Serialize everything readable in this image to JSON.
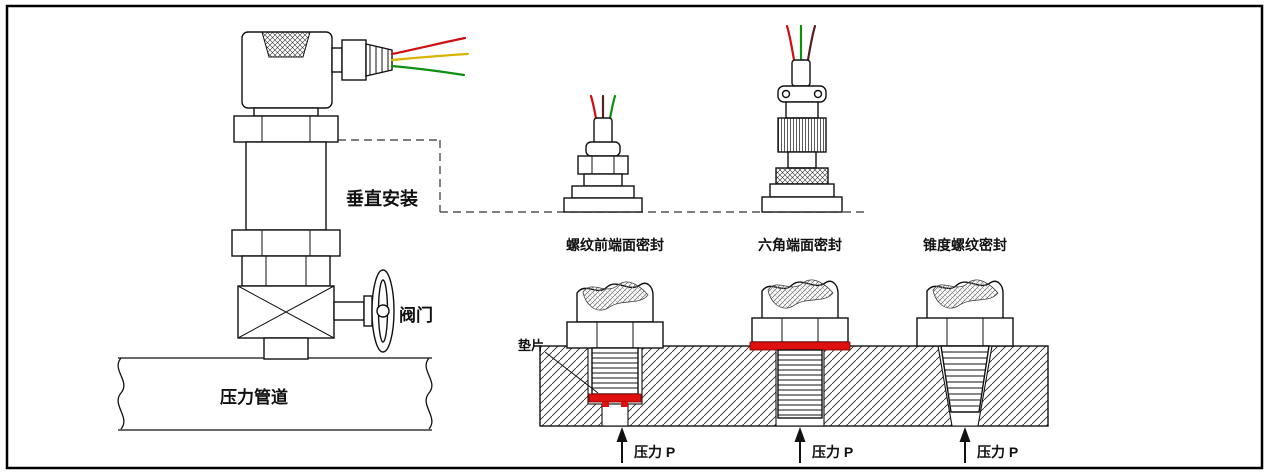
{
  "figure": {
    "labels": {
      "vertical_install": "垂直安装",
      "valve": "阀门",
      "pressure_pipe": "压力管道",
      "gasket": "垫片"
    },
    "seals": [
      {
        "title": "螺纹前端面密封",
        "pressure_label": "压力 P"
      },
      {
        "title": "六角端面密封",
        "pressure_label": "压力 P"
      },
      {
        "title": "锥度螺纹密封",
        "pressure_label": "压力 P"
      }
    ],
    "colors": {
      "wire_red": "#d01010",
      "wire_yellow": "#d8b400",
      "wire_green": "#0f8f0f",
      "wire_dark": "#552222",
      "gasket_red": "#e01010",
      "line": "#111111"
    }
  }
}
